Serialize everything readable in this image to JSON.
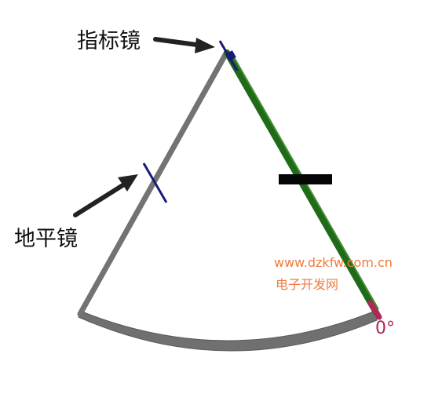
{
  "labels": {
    "index_mirror": "指标镜",
    "horizon_mirror": "地平镜",
    "zero_mark": "0°"
  },
  "watermark": {
    "url": "www.dzkfw.com.cn",
    "site_name": "电子开发网"
  },
  "colors": {
    "frame": "#707070",
    "index_arm": "#1f6b1a",
    "mirror": "#1a1a7a",
    "arrow": "#222222",
    "zero_mark": "#b0265a",
    "watermark": "#f07a3c"
  }
}
